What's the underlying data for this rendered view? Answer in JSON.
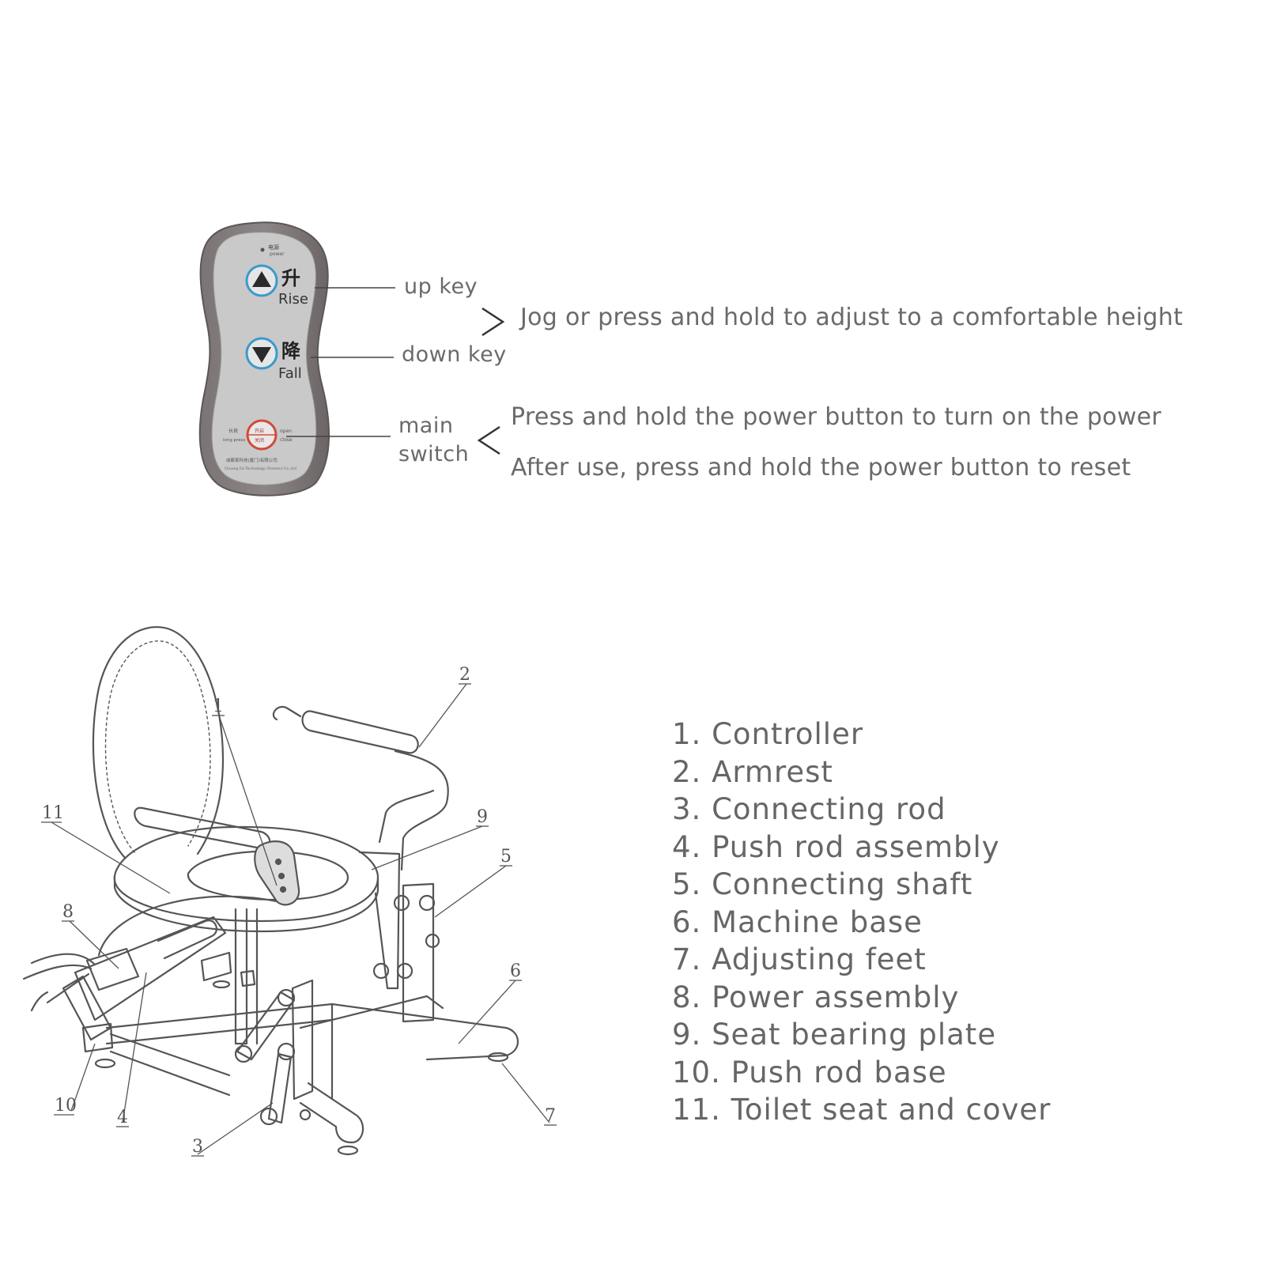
{
  "remote": {
    "power_cn": "电源",
    "power_en": "power",
    "rise_cn": "升",
    "rise_en": "Rise",
    "fall_cn": "降",
    "fall_en": "Fall",
    "long_press_cn": "长按",
    "long_press_en": "long press",
    "open_cn": "开启",
    "close_cn": "关闭",
    "open_en": "open",
    "close_en": "close",
    "company_cn": "成都某科技(厦门)有限公司",
    "company_en": "Chuang Fai Technology (Xiamen) Co.,Ltd"
  },
  "labels": {
    "up_key": "up key",
    "down_key": "down key",
    "main_switch_line1": "main",
    "main_switch_line2": "switch"
  },
  "descriptions": {
    "jog": "Jog or press and hold to adjust to a comfortable height",
    "power_on": "Press and hold the power button to turn on the power",
    "reset": "After use, press and hold the power button to reset"
  },
  "diagram": {
    "callouts": [
      "1",
      "2",
      "3",
      "4",
      "5",
      "6",
      "7",
      "8",
      "9",
      "10",
      "11"
    ]
  },
  "parts": [
    "1. Controller",
    "2. Armrest",
    "3. Connecting rod",
    "4. Push rod assembly",
    "5. Connecting shaft",
    "6. Machine base",
    "7. Adjusting feet",
    "8. Power assembly",
    "9. Seat bearing plate",
    "10. Push rod base",
    "11. Toilet seat and cover"
  ]
}
